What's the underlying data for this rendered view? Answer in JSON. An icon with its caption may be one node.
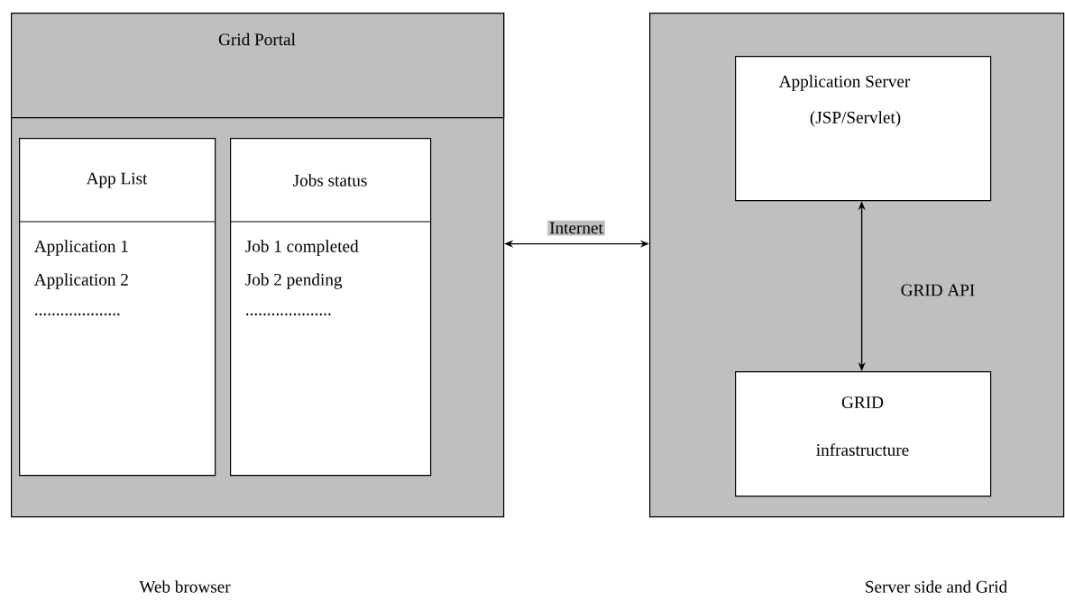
{
  "diagram": {
    "nodes": [
      {
        "text": [],
        "shape": "box",
        "beside": [
          "Web browser"
        ]
      },
      {
        "text": [
          "Grid Portal"
        ],
        "in": 0
      },
      {
        "text": [
          "App List",
          "Application 1",
          "Application 2",
          "...................."
        ],
        "in": 0
      },
      {
        "text": [
          "Jobs status",
          "Job 1 completed",
          "Job 2 pending",
          "...................."
        ],
        "in": 0
      },
      {
        "text": [],
        "shape": "box",
        "beside": [
          "Server side and Grid"
        ]
      },
      {
        "text": [
          "Application Server",
          "(JSP/Servlet)"
        ],
        "in": 4
      },
      {
        "text": [
          "GRID infrastructure"
        ],
        "in": 4
      }
    ],
    "edges": [
      {
        "from": 0,
        "to": 4,
        "arrow": "both",
        "label": "Internet"
      },
      {
        "from": 5,
        "to": 6,
        "arrow": "both",
        "label": "GRID API"
      }
    ]
  }
}
